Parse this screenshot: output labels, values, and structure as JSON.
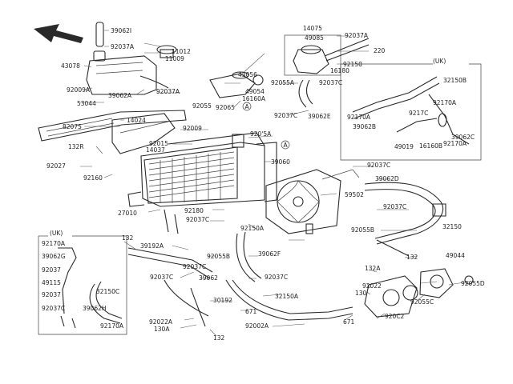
{
  "diagram": {
    "labels": {
      "l_39062i": "39062I",
      "l_92037a_1": "92037A",
      "l_43078": "43078",
      "l_11012": "11012",
      "l_11009": "11009",
      "l_92009a": "92009A",
      "l_39062a": "39062A",
      "l_92037a_2": "92037A",
      "l_53044": "53044",
      "l_82075": "82075",
      "l_14024": "14024",
      "l_92009": "92009",
      "l_92015": "92015",
      "l_14037": "14037",
      "l_132r": "132R",
      "l_92027": "92027",
      "l_92160": "92160",
      "l_14075": "14075",
      "l_49085": "49085",
      "l_92037a_3": "92037A",
      "l_220": "220",
      "l_92150": "92150",
      "l_16180": "16180",
      "l_43056": "43056",
      "l_92055a": "92055A",
      "l_92037c_1": "92037C",
      "l_49054": "49054",
      "l_16160a": "16160A",
      "l_92055": "92055",
      "l_92065": "92065",
      "l_92037c_2": "92037C",
      "l_39062e": "39062E",
      "l_9205a": "920'5A",
      "l_uk_1": "(UK)",
      "l_32150b": "32150B",
      "l_92170a_1": "92170A",
      "l_92170a_2": "92170A",
      "l_9217c": "9217C",
      "l_39062b": "39062B",
      "l_49019": "49019",
      "l_16160b": "16160B",
      "l_39062c": "39062C",
      "l_92170a_3": "92170A",
      "l_39060": "39060",
      "l_92037c_3": "92037C",
      "l_39062d": "39062D",
      "l_59502": "59502",
      "l_27010": "27010",
      "l_92180": "92180",
      "l_92037c_4": "92037C",
      "l_92037c_5": "92037C",
      "l_32150": "32150",
      "l_92150a": "92150A",
      "l_132_1": "132",
      "l_39192a": "39192A",
      "l_92055b_1": "92055B",
      "l_39062f": "39062F",
      "l_92055b_2": "92055B",
      "l_132_2": "132",
      "l_49044": "49044",
      "l_uk_2": "(UK)",
      "l_92170a_4": "92170A",
      "l_39062g": "39062G",
      "l_92037": "92037",
      "l_49115": "49115",
      "l_32150c": "32150C",
      "l_92037_2": "92037",
      "l_92037c_6": "92037C",
      "l_39062h": "39062H",
      "l_92170a_5": "92170A",
      "l_92037c_7": "92037C",
      "l_39062": "39062",
      "l_92037c_8": "92037C",
      "l_32150a": "32150A",
      "l_132a": "132A",
      "l_92022": "92022",
      "l_130": "130",
      "l_92055d": "92055D",
      "l_92055c": "92055C",
      "l_30192": "30192",
      "l_671_1": "671",
      "l_671_2": "671",
      "l_92022a": "92022A",
      "l_130a": "130A",
      "l_132_3": "132",
      "l_92002a": "92002A",
      "l_92002": "920C2",
      "circle_a": "A"
    }
  }
}
